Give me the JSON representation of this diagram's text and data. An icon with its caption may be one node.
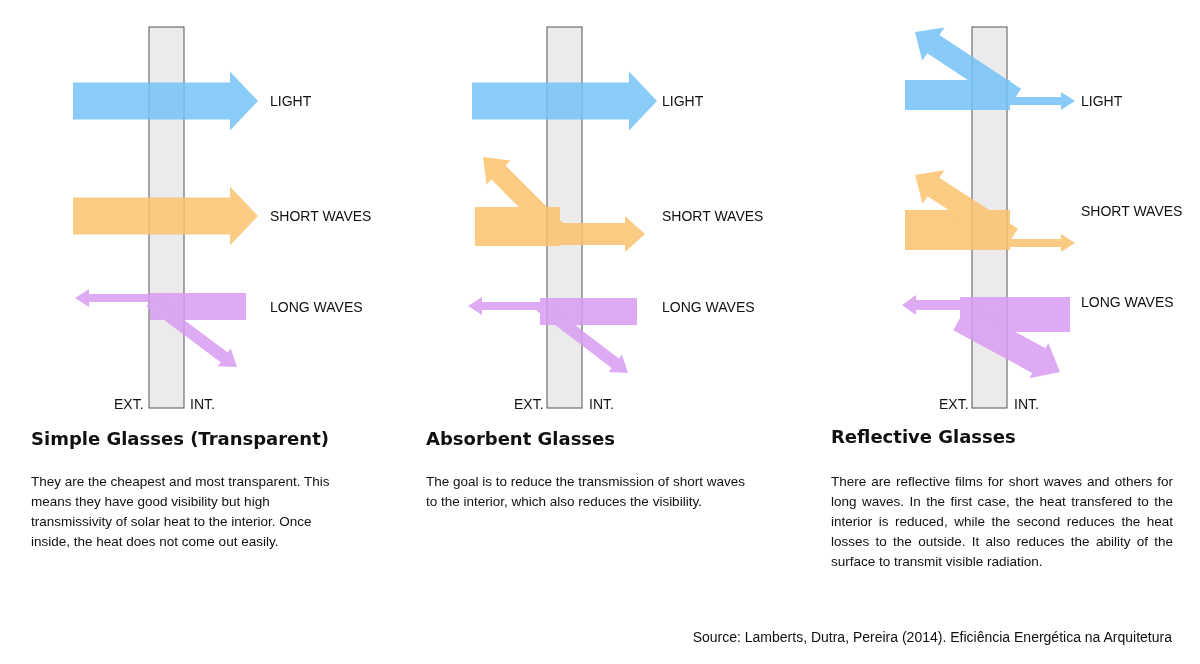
{
  "diagram": {
    "caption": "Source: Lamberts, Dutra, Pereira (2014). Eficiência Energética na Arquitetura",
    "labels": [
      "LIGHT",
      "SHORT WAVES",
      "LONG WAVES",
      "EXT.",
      "INT.",
      "Simple Glasses (Transparent)",
      "They are the cheapest and most transparent. This means they have good visibility but high transmissivity of solar heat to the interior. Once inside, the heat does not come out easily.",
      "LIGHT",
      "SHORT WAVES",
      "LONG WAVES",
      "EXT.",
      "INT.",
      "Absorbent Glasses",
      "The goal is to reduce the transmission of short waves to the interior, which also reduces the visibility.",
      "LIGHT",
      "SHORT WAVES",
      "LONG WAVES",
      "EXT.",
      "INT.",
      "Reflective Glasses",
      "There are reflective films for short waves and others for long waves. In the first case, the heat transfered to the interior is reduced, while the second reduces the heat losses to the outside. It also reduces the ability of the surface to transmit visible radiation."
    ]
  }
}
